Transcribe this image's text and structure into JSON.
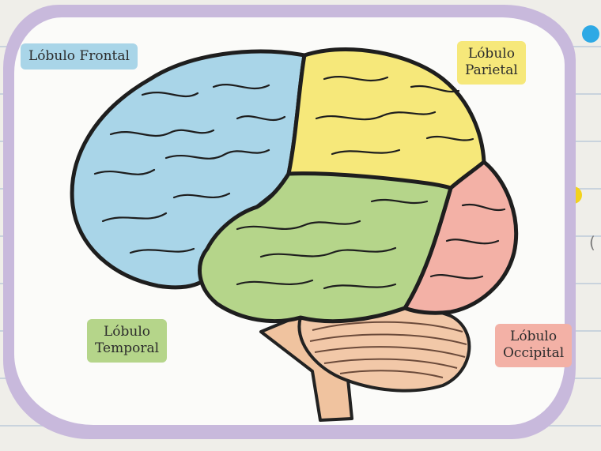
{
  "labels": {
    "frontal": "Lóbulo Frontal",
    "parietal_line1": "Lóbulo",
    "parietal_line2": "Parietal",
    "temporal_line1": "Lóbulo",
    "temporal_line2": "Temporal",
    "occipital_line1": "Lóbulo",
    "occipital_line2": "Occipital"
  },
  "colors": {
    "frontal": "#a9d5e8",
    "parietal": "#f6e87a",
    "temporal": "#b5d58a",
    "occipital": "#f3b1a6",
    "cerebellum": "#f2c8a8",
    "sticker_border": "#c8b9dc"
  }
}
